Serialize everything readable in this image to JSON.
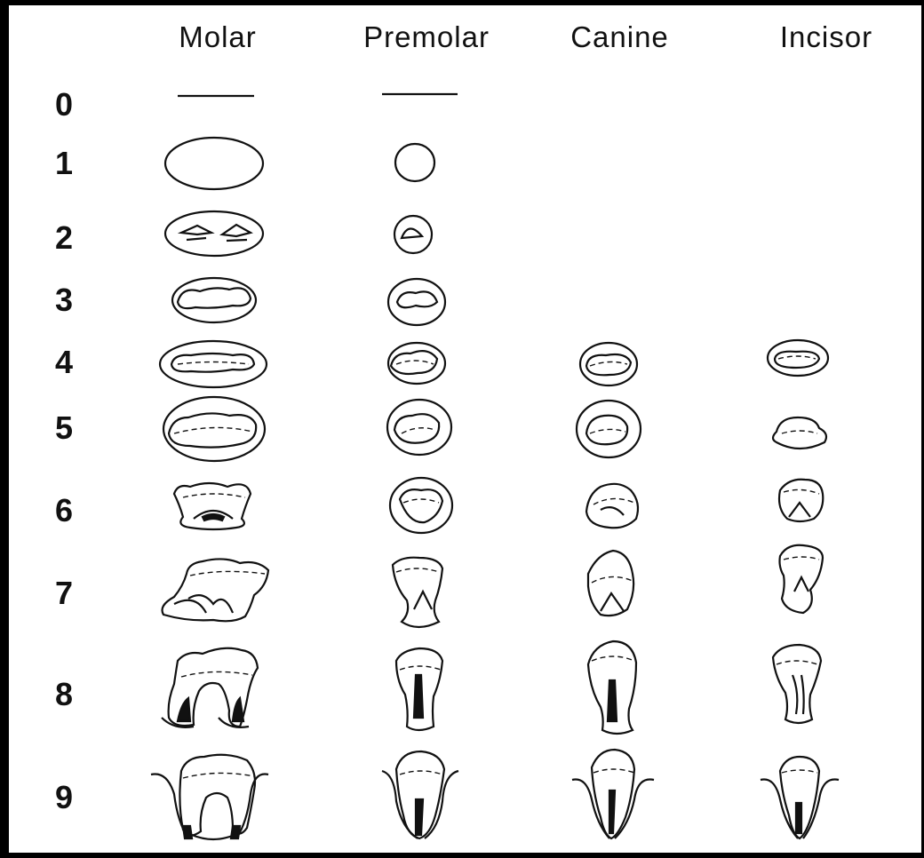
{
  "columns": [
    "Molar",
    "Premolar",
    "Canine",
    "Incisor"
  ],
  "rows": [
    "0",
    "1",
    "2",
    "3",
    "4",
    "5",
    "6",
    "7",
    "8",
    "9"
  ]
}
